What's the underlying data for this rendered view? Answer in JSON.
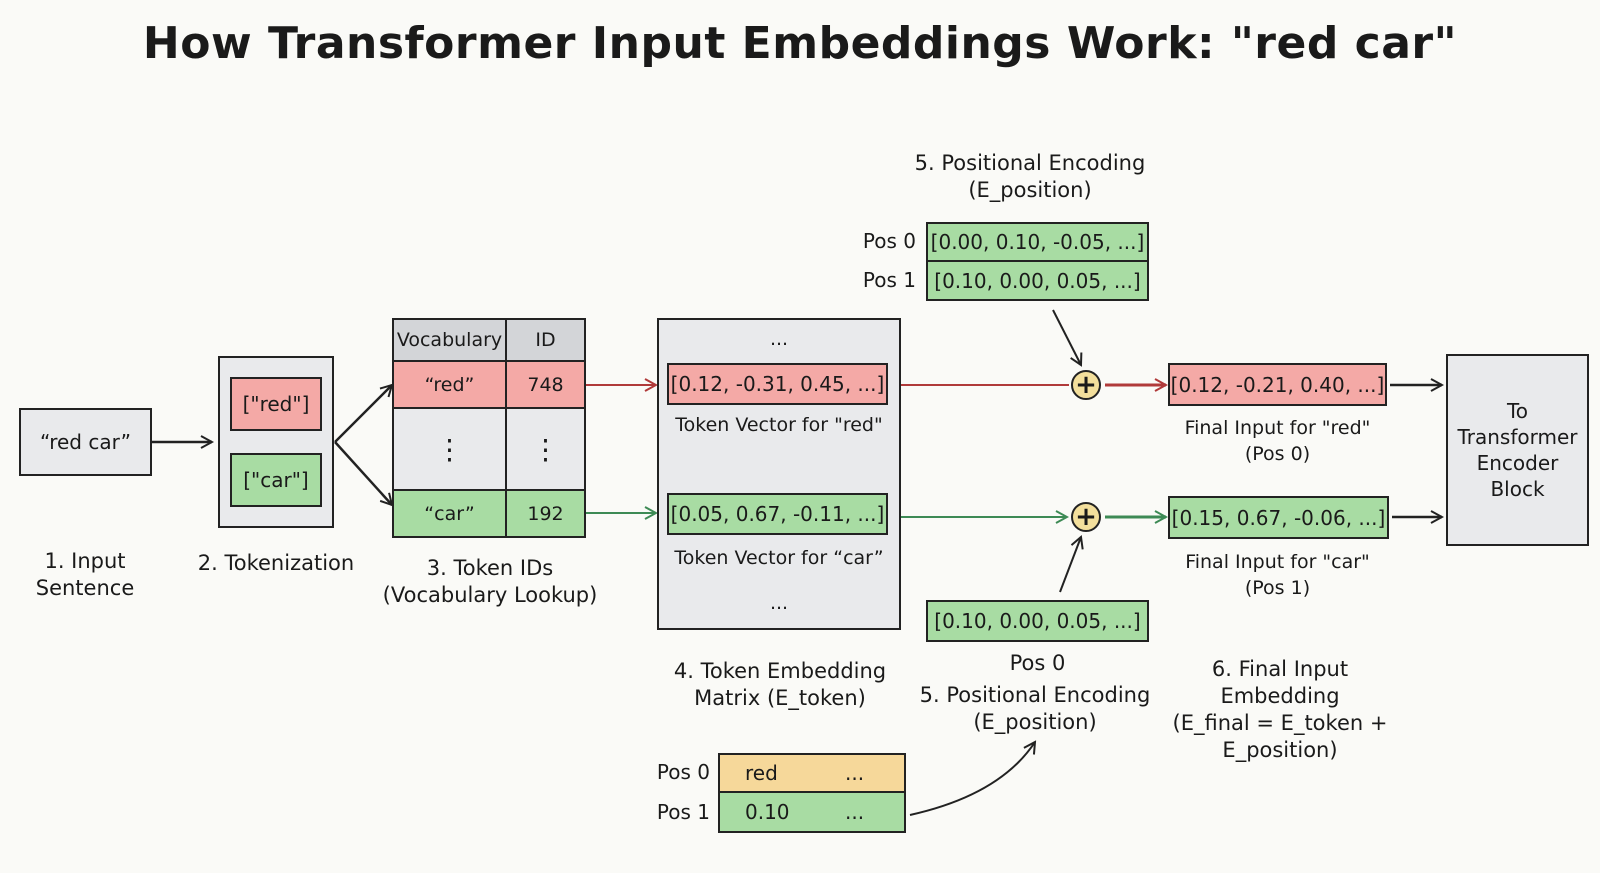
{
  "title": "How Transformer Input Embeddings Work: \"red car\"",
  "colors": {
    "red_fill": "#f4a9a6",
    "green_fill": "#a8dca3",
    "gray_fill": "#e9eaec",
    "yellow_fill": "#f6d89a",
    "plus_fill": "#f3df9c",
    "red_arrow": "#b03a3a",
    "green_arrow": "#3d8a55"
  },
  "step1": {
    "input_text": "“red car”",
    "label": [
      "1. Input",
      "Sentence"
    ]
  },
  "step2": {
    "tokens": [
      "[\"red\"]",
      "[\"car\"]"
    ],
    "label": "2. Tokenization"
  },
  "step3": {
    "header": {
      "vocab": "Vocabulary",
      "id": "ID"
    },
    "rows": [
      {
        "vocab": "“red”",
        "id": "748"
      },
      {
        "vocab": "⋮",
        "id": "⋮"
      },
      {
        "vocab": "“car”",
        "id": "192"
      }
    ],
    "label": [
      "3. Token IDs",
      "(Vocabulary Lookup)"
    ]
  },
  "step4": {
    "top_ellipsis": "...",
    "bottom_ellipsis": "...",
    "red_vector": "[0.12, -0.31, 0.45, ...]",
    "red_caption": "Token Vector for \"red\"",
    "car_vector": "[0.05, 0.67, -0.11, ...]",
    "car_caption": "Token Vector for “car”",
    "label": [
      "4. Token Embedding",
      "Matrix (E_token)"
    ]
  },
  "step5_top": {
    "label": [
      "5. Positional Encoding",
      "(E_position)"
    ],
    "rows": [
      {
        "pos": "Pos 0",
        "vector": "[0.00, 0.10, -0.05, ...]"
      },
      {
        "pos": "Pos 1",
        "vector": "[0.10, 0.00, 0.05, ...]"
      }
    ]
  },
  "step5_bottom": {
    "vector": "[0.10, 0.00, 0.05, ...]",
    "pos": "Pos 0",
    "label": [
      "5. Positional Encoding",
      "(E_position)"
    ]
  },
  "pos_table": {
    "rows": [
      {
        "pos": "Pos 0",
        "value": "red",
        "ellipsis": "..."
      },
      {
        "pos": "Pos 1",
        "value": "0.10",
        "ellipsis": "..."
      }
    ]
  },
  "plus_symbol": "+",
  "step6": {
    "red_vector": "[0.12, -0.21, 0.40, ...]",
    "red_caption": [
      "Final Input for \"red\"",
      "(Pos 0)"
    ],
    "car_vector": "[0.15, 0.67, -0.06, ...]",
    "car_caption": [
      "Final Input for \"car\"",
      "(Pos 1)"
    ],
    "label": [
      "6. Final Input",
      "Embedding",
      "(E_final = E_token +",
      "E_position)"
    ]
  },
  "encoder": {
    "label": [
      "To",
      "Transformer",
      "Encoder",
      "Block"
    ]
  }
}
